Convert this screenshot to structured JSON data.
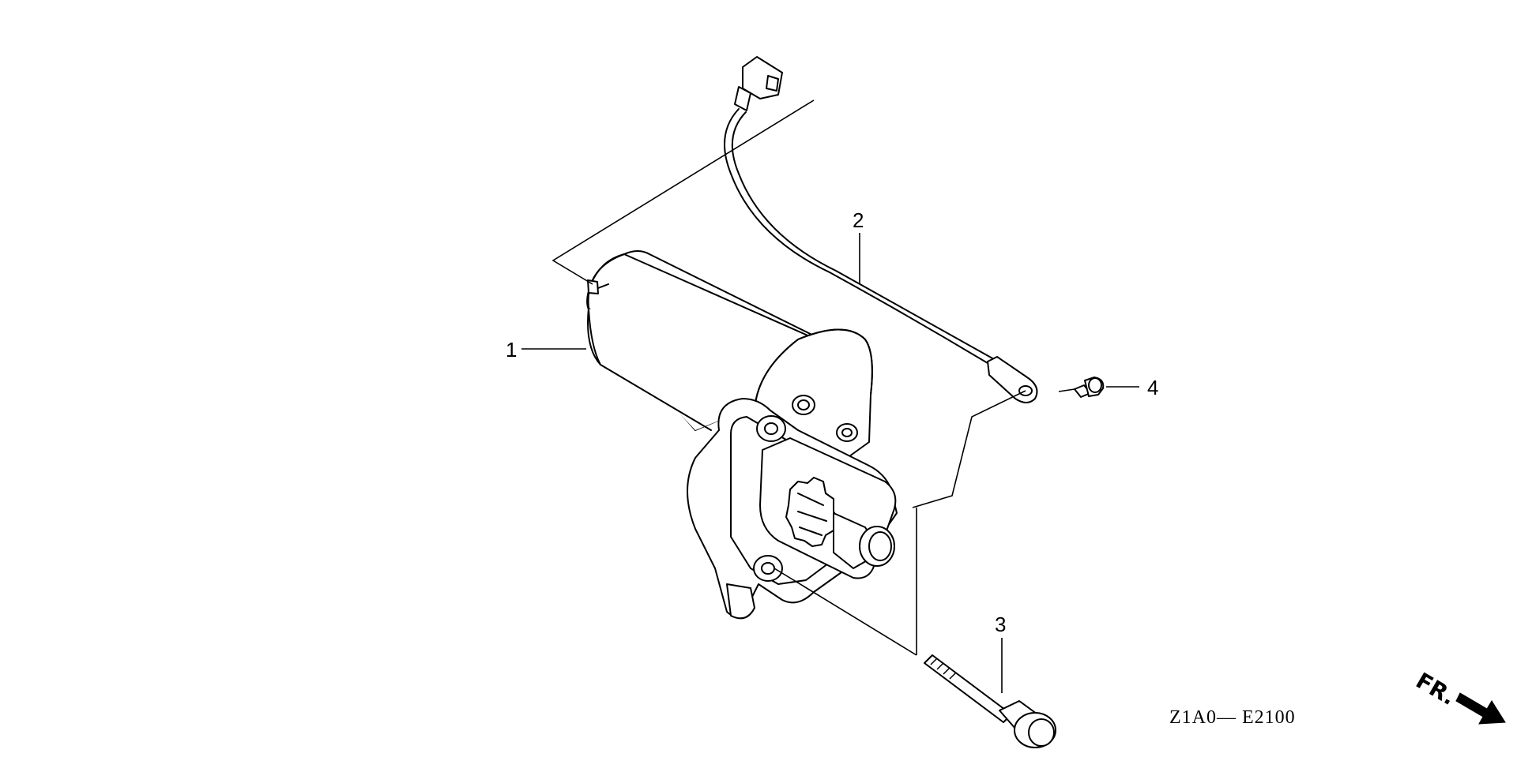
{
  "callouts": {
    "one": "1",
    "two": "2",
    "three": "3",
    "four": "4"
  },
  "diagram_code": "Z1A0— E2100",
  "direction_label": "FR."
}
